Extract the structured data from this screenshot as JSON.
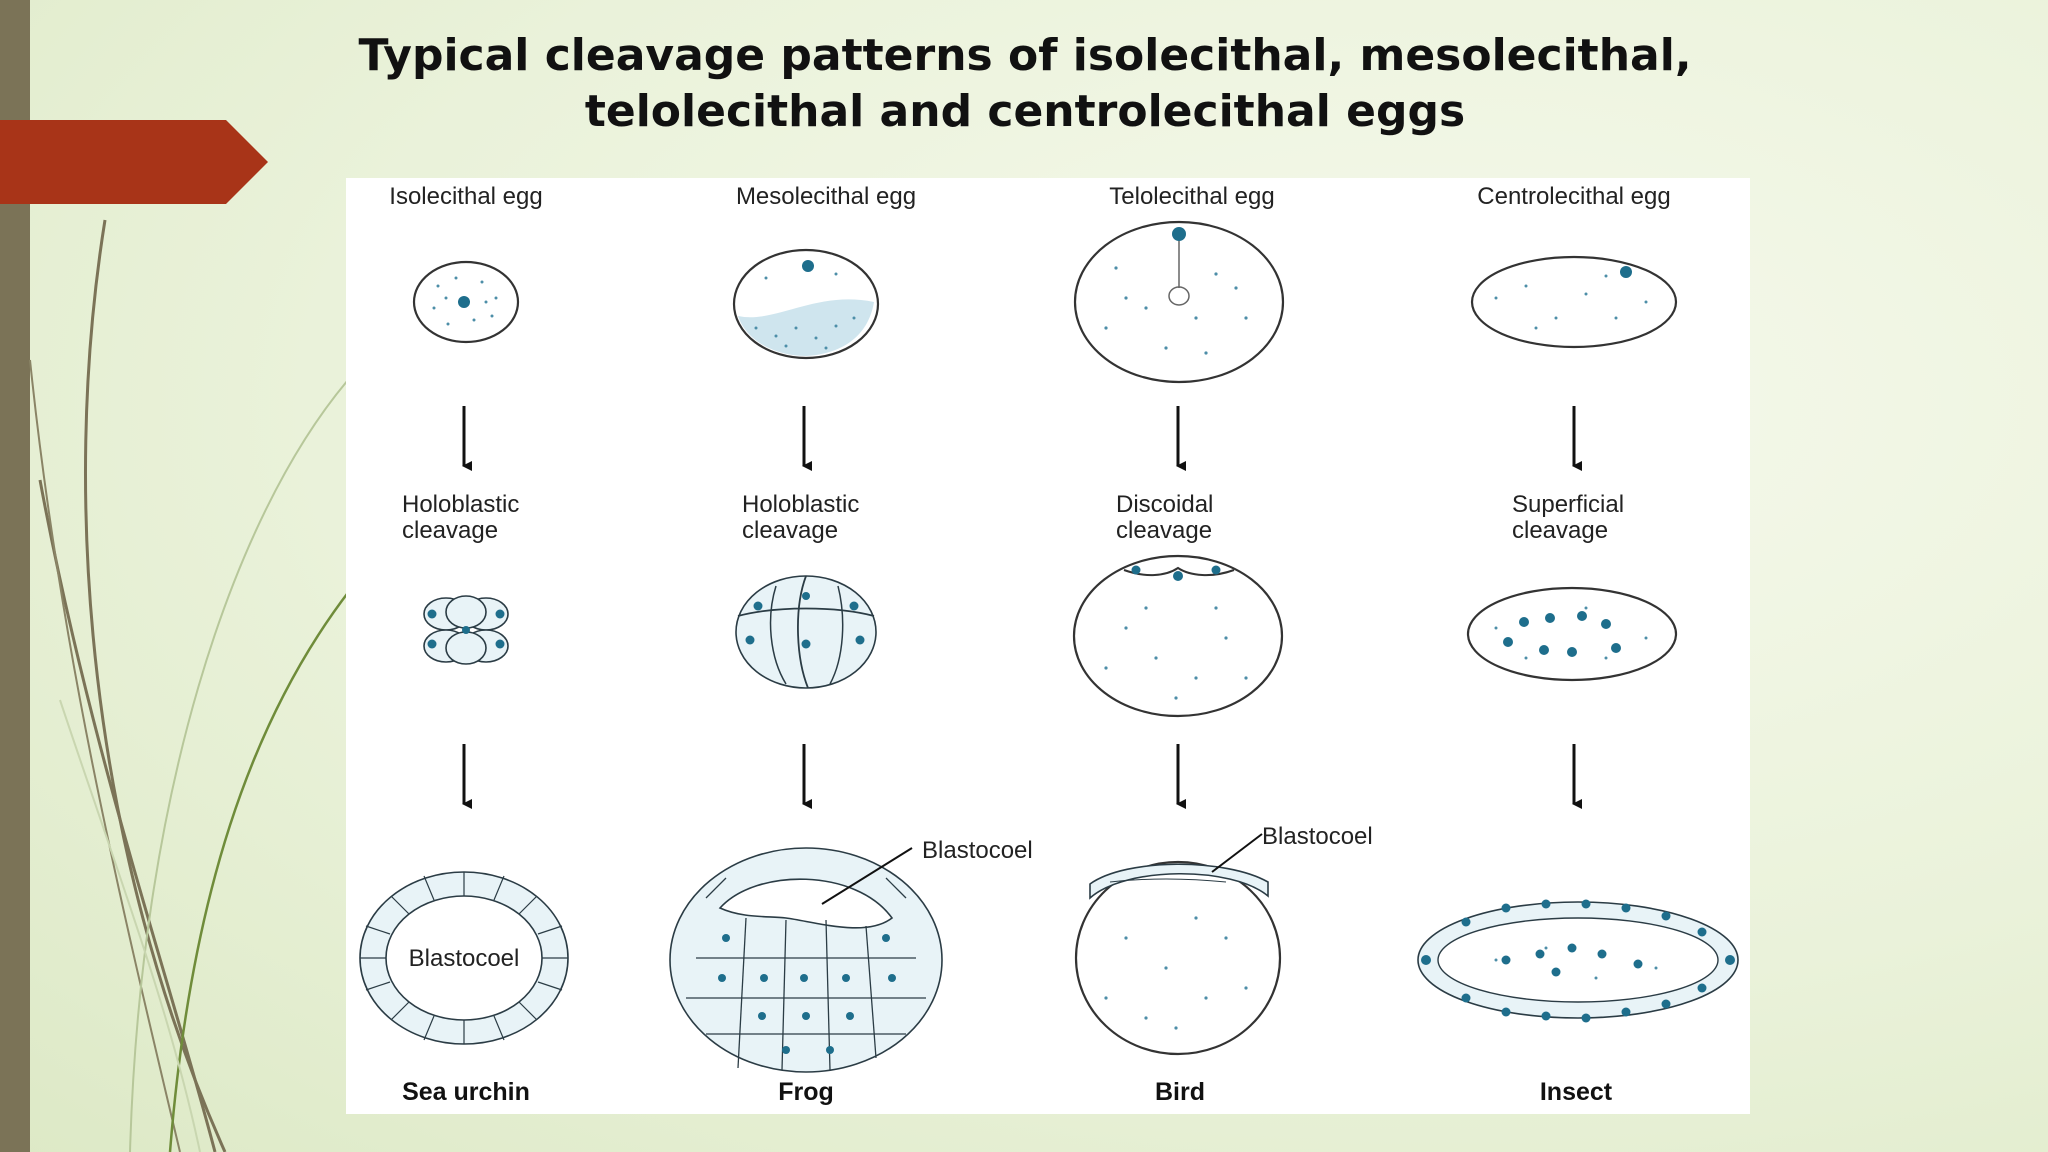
{
  "title": {
    "line1": "Typical cleavage patterns of isolecithal, mesolecithal,",
    "line2": "telolecithal and centrolecithal eggs"
  },
  "columns": [
    {
      "egg": "Isolecithal egg",
      "cleavage_line1": "Holoblastic",
      "cleavage_line2": "cleavage",
      "organism": "Sea urchin"
    },
    {
      "egg": "Mesolecithal egg",
      "cleavage_line1": "Holoblastic",
      "cleavage_line2": "cleavage",
      "organism": "Frog"
    },
    {
      "egg": "Telolecithal egg",
      "cleavage_line1": "Discoidal",
      "cleavage_line2": "cleavage",
      "organism": "Bird"
    },
    {
      "egg": "Centrolecithal egg",
      "cleavage_line1": "Superficial",
      "cleavage_line2": "cleavage",
      "organism": "Insect"
    }
  ],
  "blastocoel_labels": {
    "sea_urchin": "Blastocoel",
    "frog": "Blastocoel",
    "bird": "Blastocoel"
  },
  "colors": {
    "accent_tab": "#a83418",
    "sidebar": "#7b7357",
    "nucleus": "#1e6e8c",
    "yolk_dots": "#4d8ea8"
  }
}
